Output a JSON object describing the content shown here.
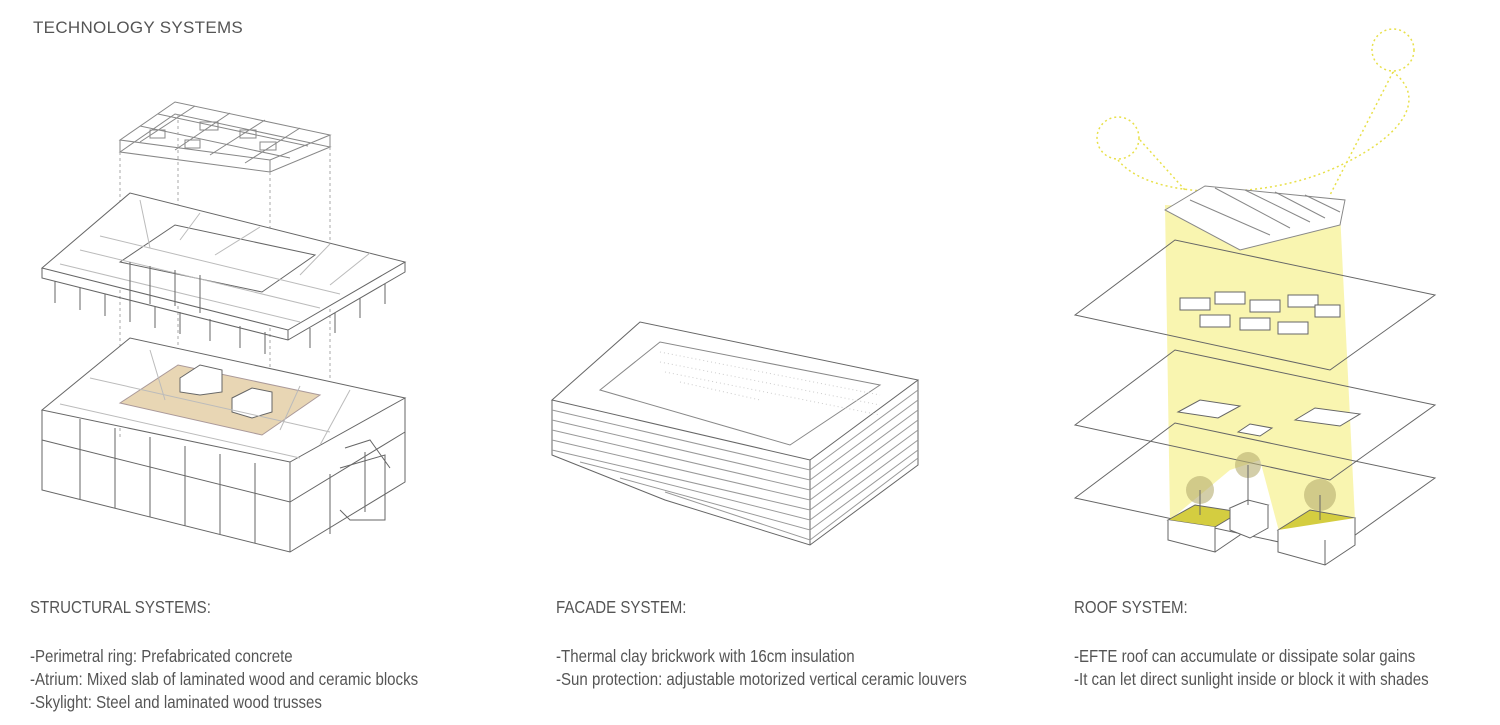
{
  "page_title": "TECHNOLOGY SYSTEMS",
  "sections": [
    {
      "heading": "STRUCTURAL SYSTEMS:",
      "lines": [
        "-Perimetral ring: Prefabricated concrete",
        "-Atrium: Mixed slab of laminated wood and ceramic blocks",
        "-Skylight: Steel and laminated wood trusses"
      ]
    },
    {
      "heading": "FACADE SYSTEM:",
      "lines": [
        "-Thermal clay brickwork with 16cm insulation",
        "-Sun protection: adjustable motorized vertical ceramic louvers"
      ]
    },
    {
      "heading": "ROOF SYSTEM:",
      "lines": [
        "-EFTE roof can accumulate or dissipate solar gains",
        "-It can let direct sunlight inside or block it with shades"
      ]
    }
  ],
  "colors": {
    "line": "#555555",
    "wood": "#e8d6b4",
    "sun": "#e8e04a",
    "light": "#f7f3a0"
  }
}
